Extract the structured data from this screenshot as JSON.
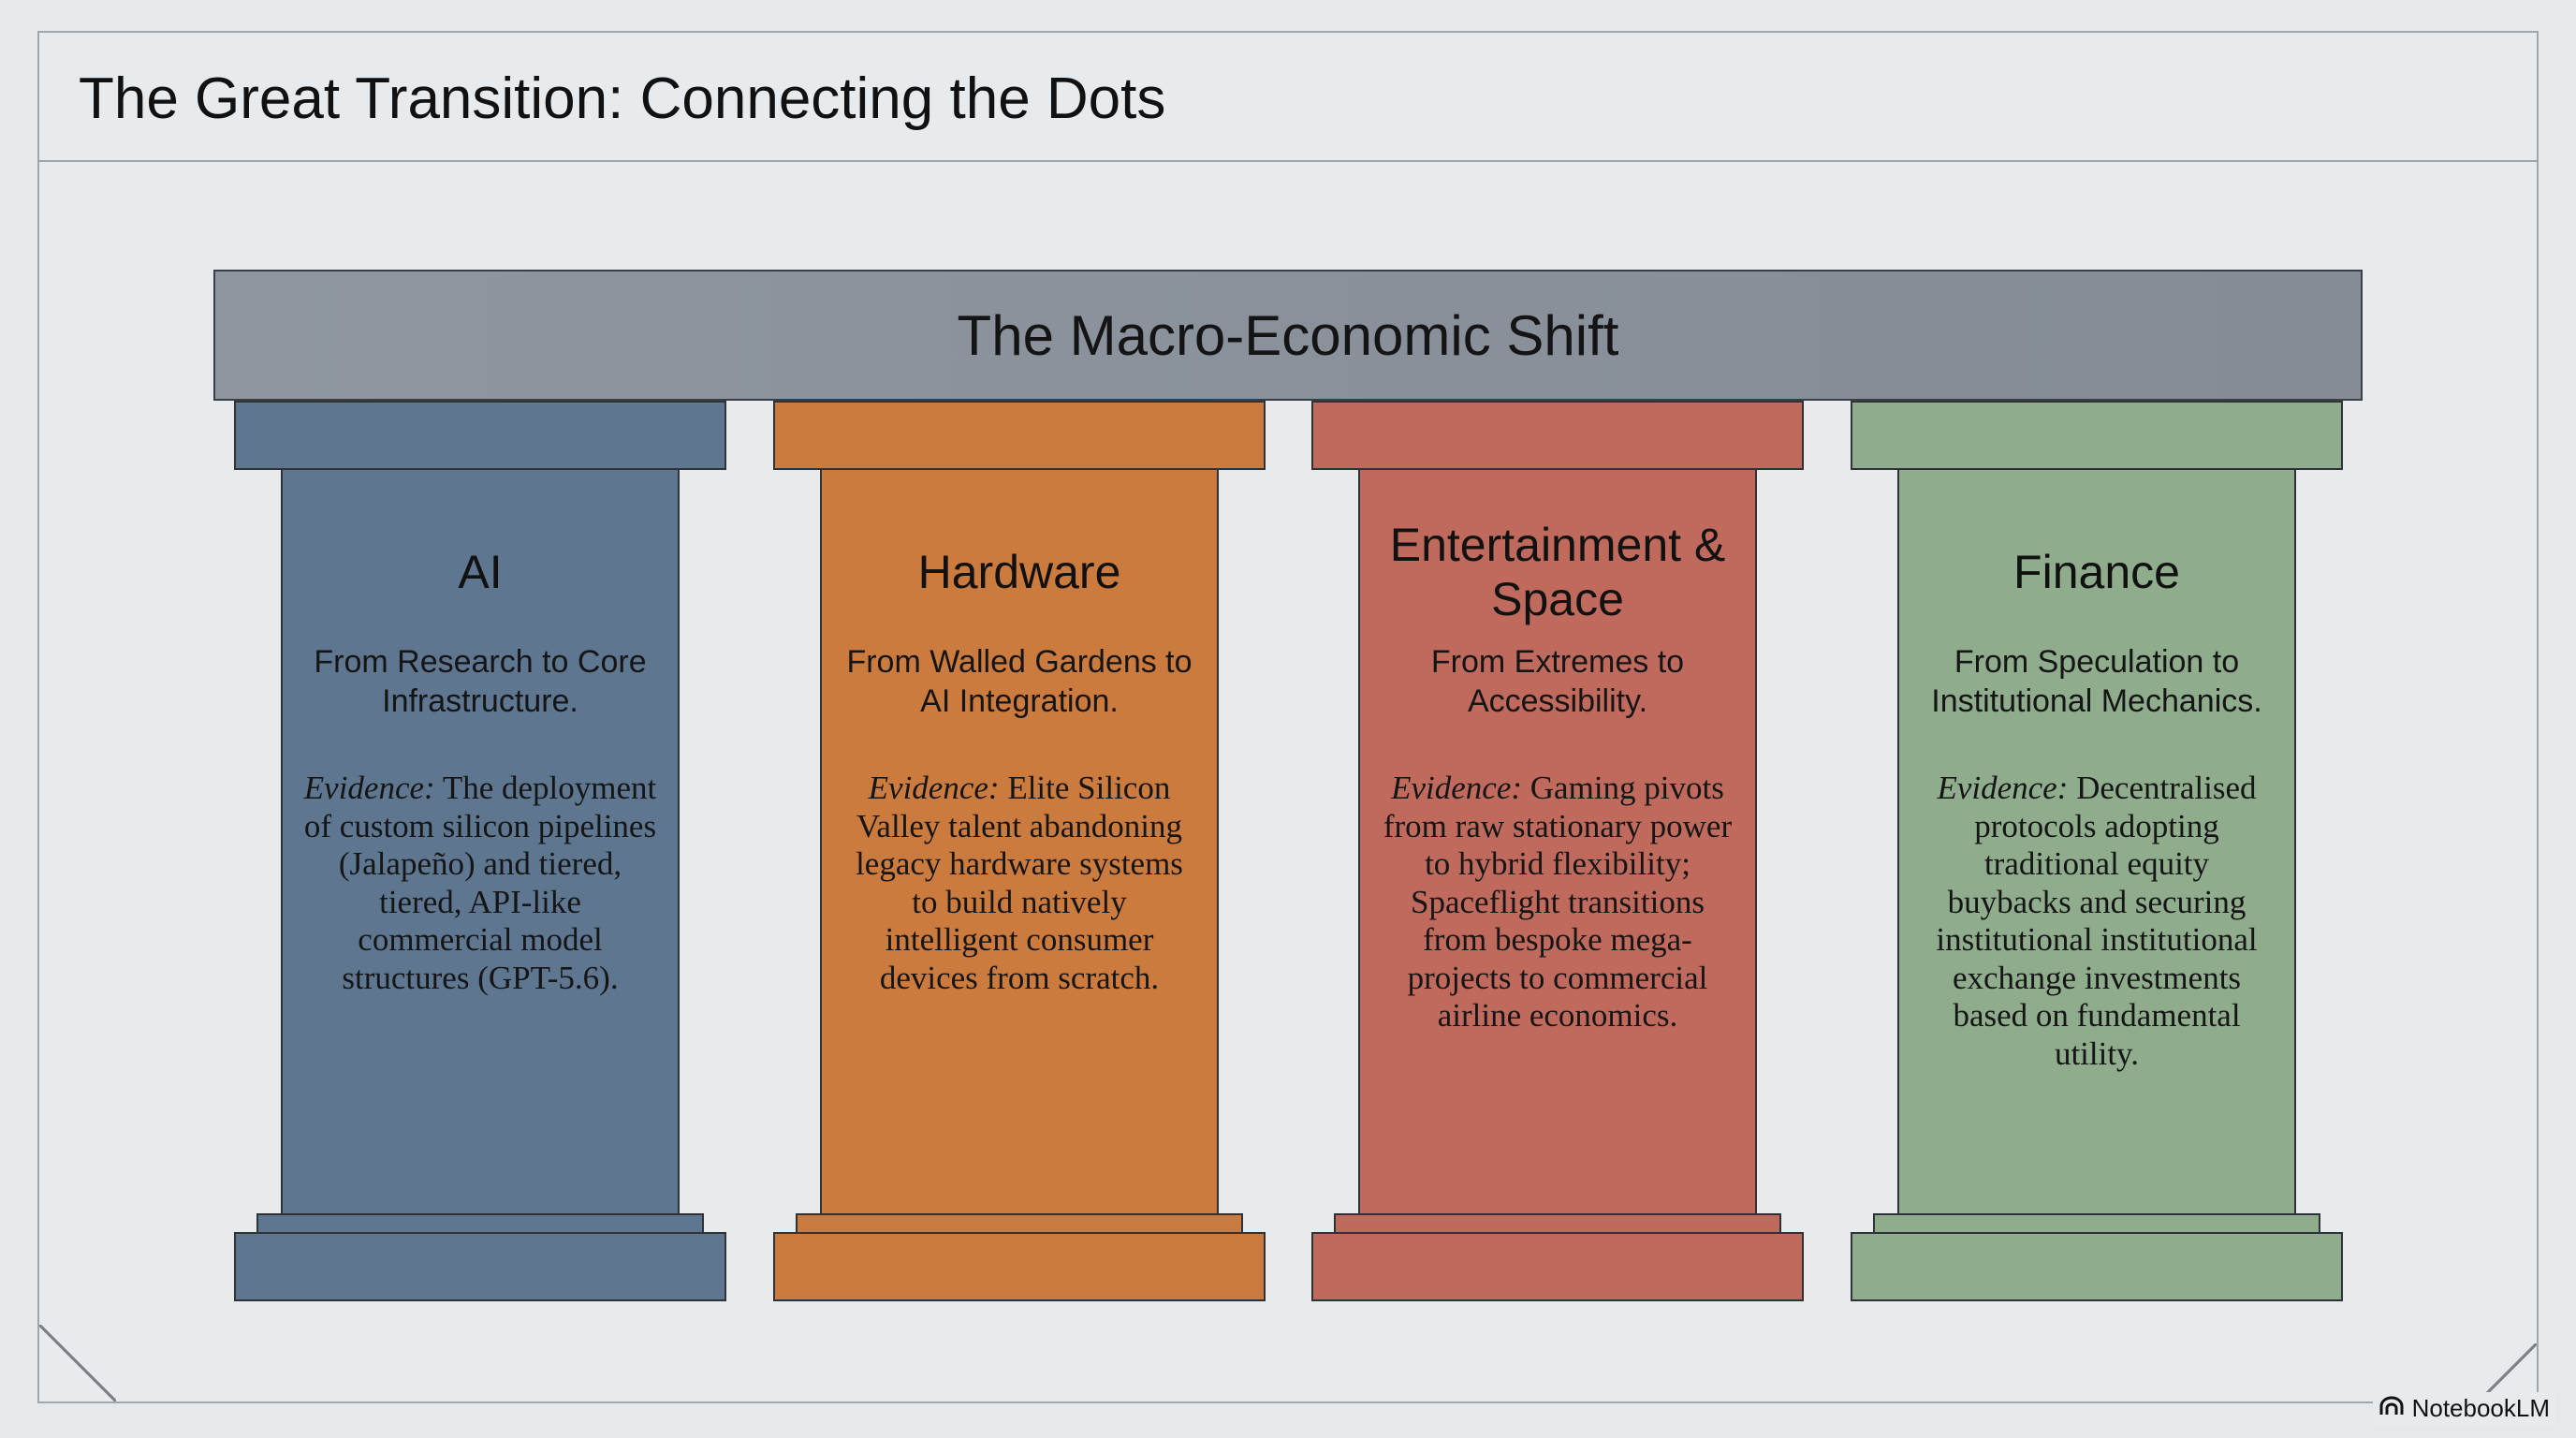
{
  "page": {
    "title": "The Great Transition: Connecting the Dots"
  },
  "roof": {
    "title": "The Macro-Economic Shift"
  },
  "colors": {
    "ai": "#5e768f",
    "hardware": "#cc7b3f",
    "entertainment_space": "#bf6a5c",
    "finance": "#8fac8c",
    "roof": "#8a919b"
  },
  "pillars": [
    {
      "title": "AI",
      "subtitle": "From Research to Core Infrastructure.",
      "evidence_label": "Evidence:",
      "evidence_text": "The deployment of custom silicon pipelines (Jalapeño) and tiered, tiered, API-like commercial model structures (GPT-5.6)."
    },
    {
      "title": "Hardware",
      "subtitle": "From Walled Gardens to AI Integration.",
      "evidence_label": "Evidence:",
      "evidence_text": "Elite Silicon Valley talent abandoning legacy hardware systems to build natively intelligent consumer devices from scratch."
    },
    {
      "title": "Entertainment & Space",
      "subtitle": "From Extremes to Accessibility.",
      "evidence_label": "Evidence:",
      "evidence_text": "Gaming pivots from raw stationary power to hybrid flexibility; Spaceflight transitions from bespoke mega-projects to commercial airline economics."
    },
    {
      "title": "Finance",
      "subtitle": "From Speculation to Institutional Mechanics.",
      "evidence_label": "Evidence:",
      "evidence_text": "Decentralised protocols adopting traditional equity buybacks and securing institutional institutional exchange investments based on fundamental utility."
    }
  ],
  "brand": {
    "label": "NotebookLM",
    "icon": "notebooklm-logo-icon"
  }
}
